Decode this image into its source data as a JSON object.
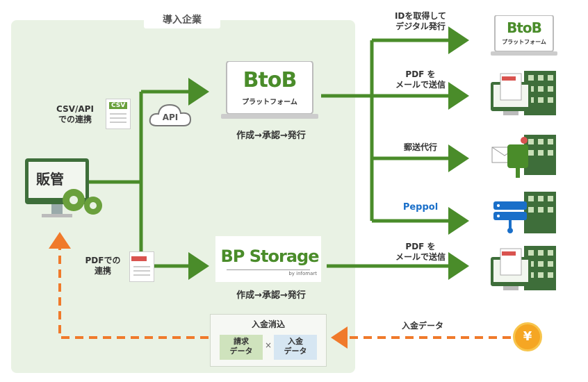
{
  "company_region": {
    "title": "導入企業"
  },
  "sales_system": {
    "label": "販管"
  },
  "csv_api": {
    "label": "CSV/API\nでの連携",
    "file_tag": "CSV"
  },
  "api_cloud": {
    "label": "API"
  },
  "pdf_link": {
    "label": "PDFでの\n連携"
  },
  "btob": {
    "logo_main": "BtoB",
    "logo_sub": "プラットフォーム",
    "caption": "作成→承認→発行"
  },
  "bpstorage": {
    "logo_main": "BP Storage",
    "logo_by": "by infomart",
    "caption": "作成→承認→発行"
  },
  "outputs": [
    {
      "label": "IDを取得して\nデジタル発行",
      "target": "btob-platform-laptop"
    },
    {
      "label": "PDF を\nメールで送信",
      "target": "pc-building"
    },
    {
      "label": "郵送代行",
      "target": "mailbox-building"
    },
    {
      "label": "Peppol",
      "target": "server-building",
      "color": "#1a6fc9"
    }
  ],
  "storage_output": {
    "label": "PDF を\nメールで送信"
  },
  "right_laptop": {
    "logo_main": "BtoB",
    "logo_sub": "プラットフォーム"
  },
  "payment": {
    "label": "入金データ",
    "coin_symbol": "¥"
  },
  "reconciliation": {
    "title": "入金消込",
    "left": "請求\nデータ",
    "times": "×",
    "right": "入金\nデータ"
  },
  "colors": {
    "green": "#4a8c2a",
    "orange": "#f07a2b",
    "bg": "#e9f2e4",
    "peppol": "#1a6fc9"
  }
}
